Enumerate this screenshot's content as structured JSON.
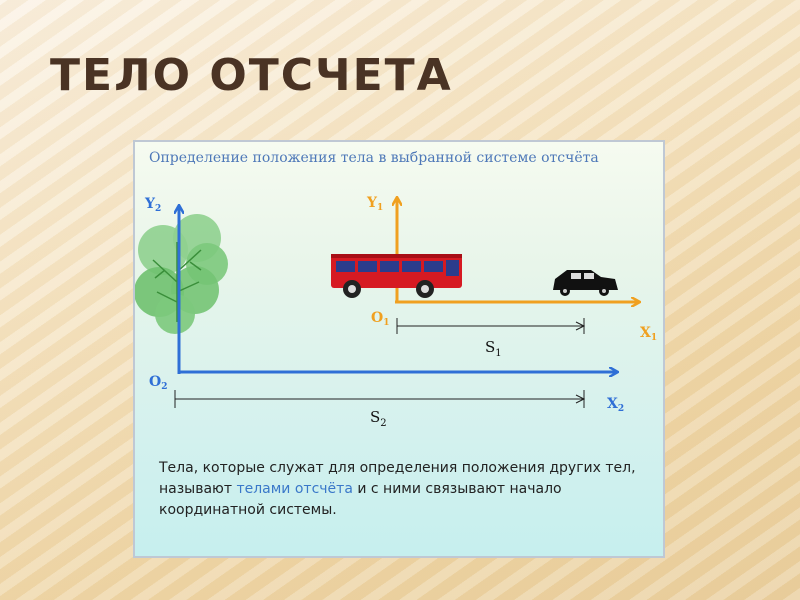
{
  "slide": {
    "title": "ТЕЛО ОТСЧЕТА"
  },
  "figure": {
    "caption": "Определение положения тела в выбранной системе отсчёта",
    "axes": {
      "x1": {
        "letter": "X",
        "sub": "1"
      },
      "y1": {
        "letter": "Y",
        "sub": "1"
      },
      "o1": {
        "letter": "O",
        "sub": "1"
      },
      "x2": {
        "letter": "X",
        "sub": "2"
      },
      "y2": {
        "letter": "Y",
        "sub": "2"
      },
      "o2": {
        "letter": "O",
        "sub": "2"
      }
    },
    "distances": {
      "s1": {
        "letter": "S",
        "sub": "1"
      },
      "s2": {
        "letter": "S",
        "sub": "2"
      }
    },
    "colors": {
      "frame1": "#f0a020",
      "frame2": "#2f6fd6",
      "bus": "#d61a22",
      "tree": "#5cb85c"
    },
    "icons": [
      "tree-icon",
      "bus-icon",
      "car-icon"
    ]
  },
  "description": {
    "part1": "Тела, которые служат для определения положения других тел, называют ",
    "highlight": "телами отсчёта",
    "part2": " и с ними связывают начало координатной системы."
  }
}
